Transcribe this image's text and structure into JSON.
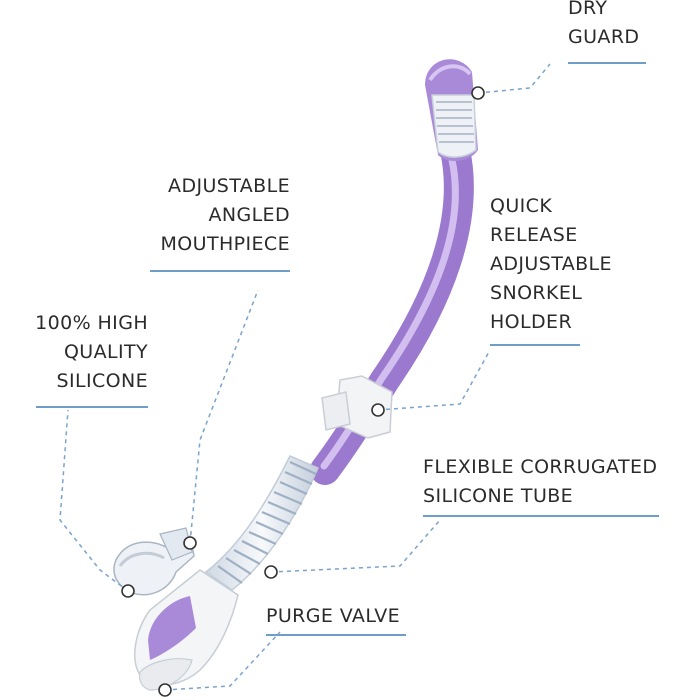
{
  "callouts": {
    "dry_guard": [
      "DRY",
      "GUARD"
    ],
    "mouthpiece": [
      "ADJUSTABLE",
      "ANGLED",
      "MOUTHPIECE"
    ],
    "quick_release": [
      "QUICK",
      "RELEASE",
      "ADJUSTABLE",
      "SNORKEL",
      "HOLDER"
    ],
    "silicone": [
      "100% HIGH",
      "QUALITY",
      "SILICONE"
    ],
    "tube": [
      "FLEXIBLE CORRUGATED",
      "SILICONE TUBE"
    ],
    "purge_valve": [
      "PURGE VALVE"
    ]
  },
  "colors": {
    "snorkel_body": "#a98ad8",
    "snorkel_highlight": "#d9c8f2",
    "clear_parts": "#e8edf3",
    "underline": "#6f9cc9",
    "leader": "#7aa3cc",
    "text": "#2b2b2b"
  }
}
